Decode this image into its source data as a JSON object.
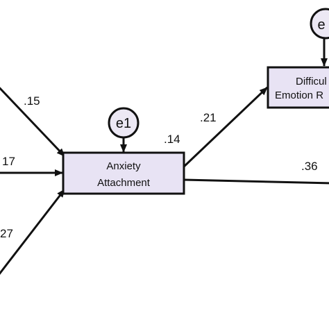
{
  "nodes": {
    "anxiety": {
      "line1": "Anxiety",
      "line2": "Attachment",
      "r2": ".14",
      "fill": "#e8e3f4"
    },
    "difficulties": {
      "line1": "Difficul",
      "line2": "Emotion R",
      "fill": "#e8e3f4"
    }
  },
  "errors": {
    "e1": "e1",
    "e2": "e"
  },
  "paths": {
    "in_top": ".15",
    "in_mid": "17",
    "in_bottom": "27",
    "anx_to_diff": ".21",
    "anx_to_right": ".36"
  },
  "colors": {
    "error_fill": "#ece8f4",
    "box_fill": "#e8e3f4",
    "stroke": "#111111"
  }
}
